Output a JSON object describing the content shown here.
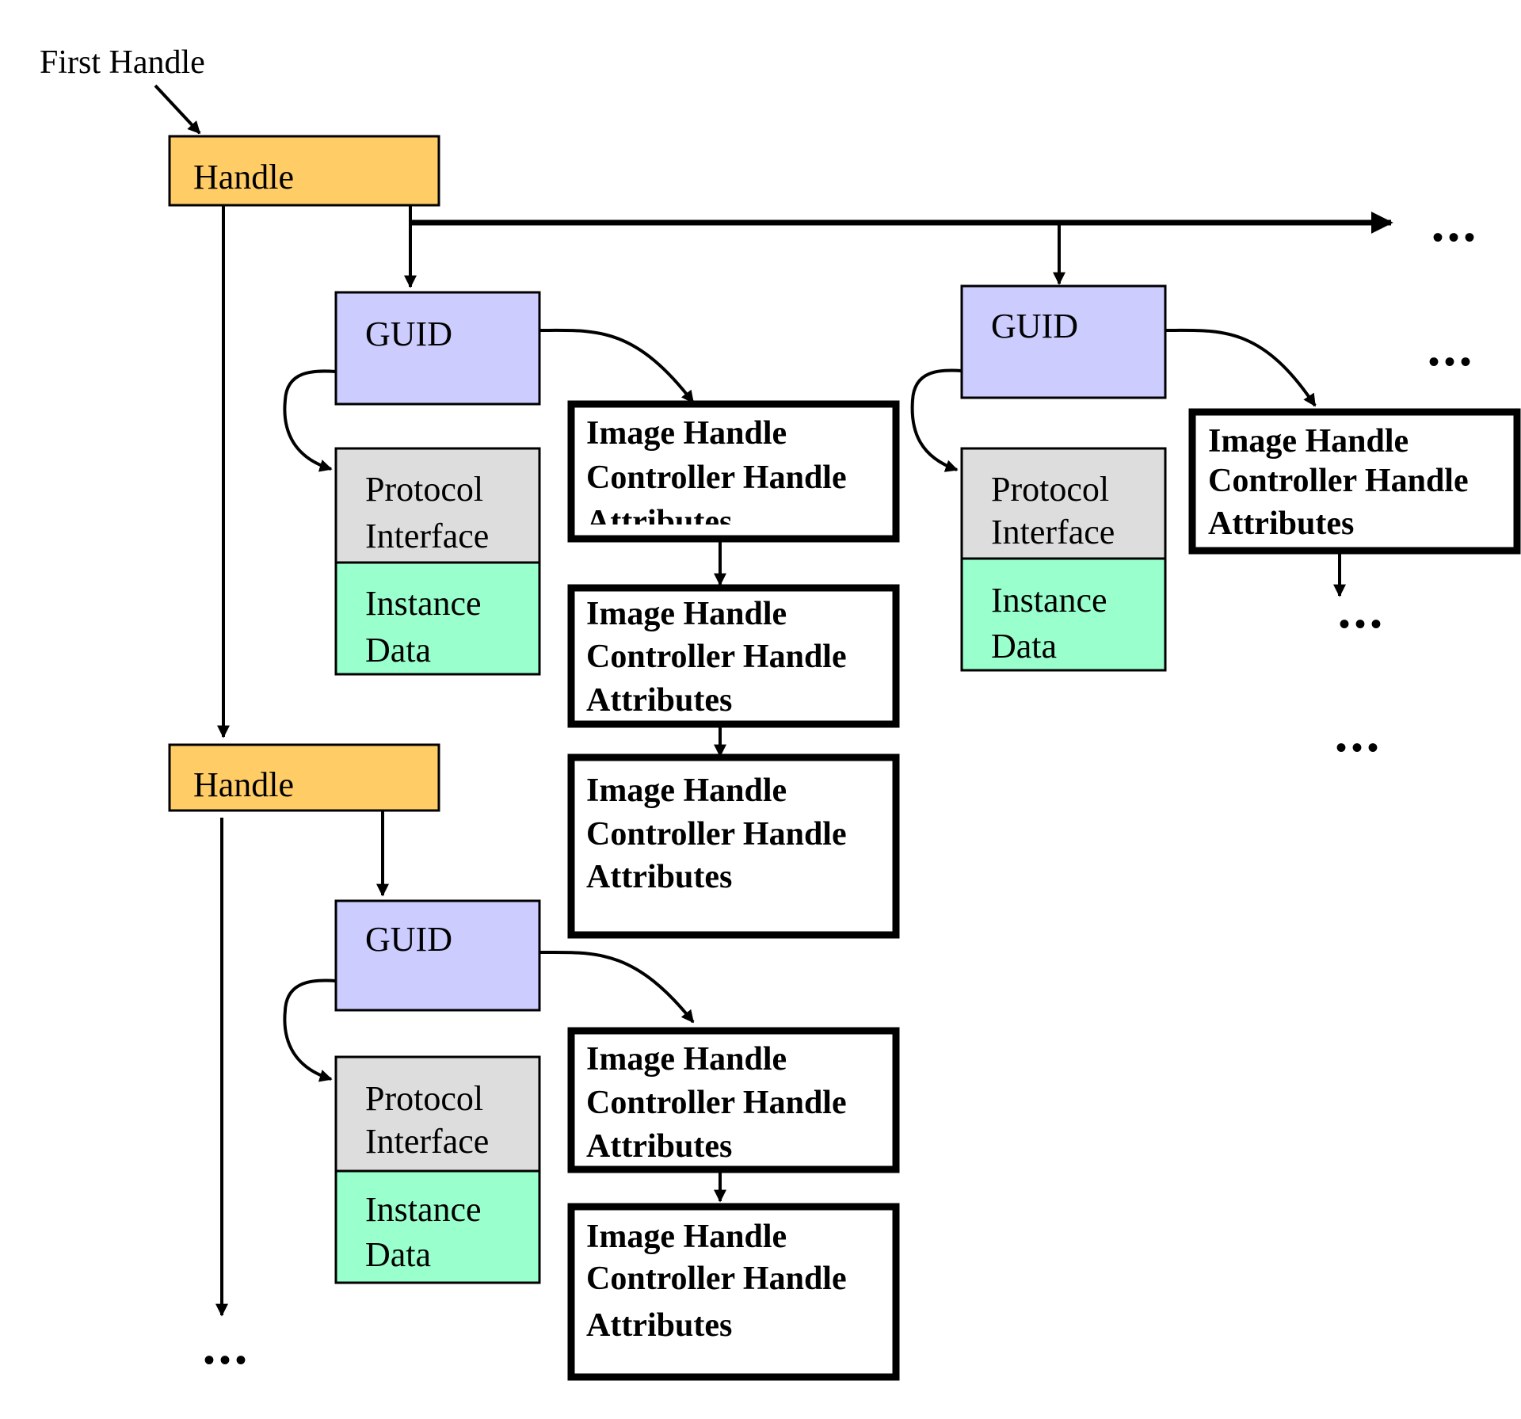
{
  "colors": {
    "handle": "#ffcc66",
    "guid": "#ccccff",
    "protocol_interface": "#dddddd",
    "instance_data": "#99ffcc"
  },
  "first_handle_label": "First Handle",
  "handle_label": "Handle",
  "guid_label": "GUID",
  "protocol_interface": [
    "Protocol",
    "Interface"
  ],
  "instance_data": [
    "Instance",
    "Data"
  ],
  "open_info": [
    "Image Handle",
    "Controller Handle",
    "Attributes"
  ],
  "continuation": "•••"
}
